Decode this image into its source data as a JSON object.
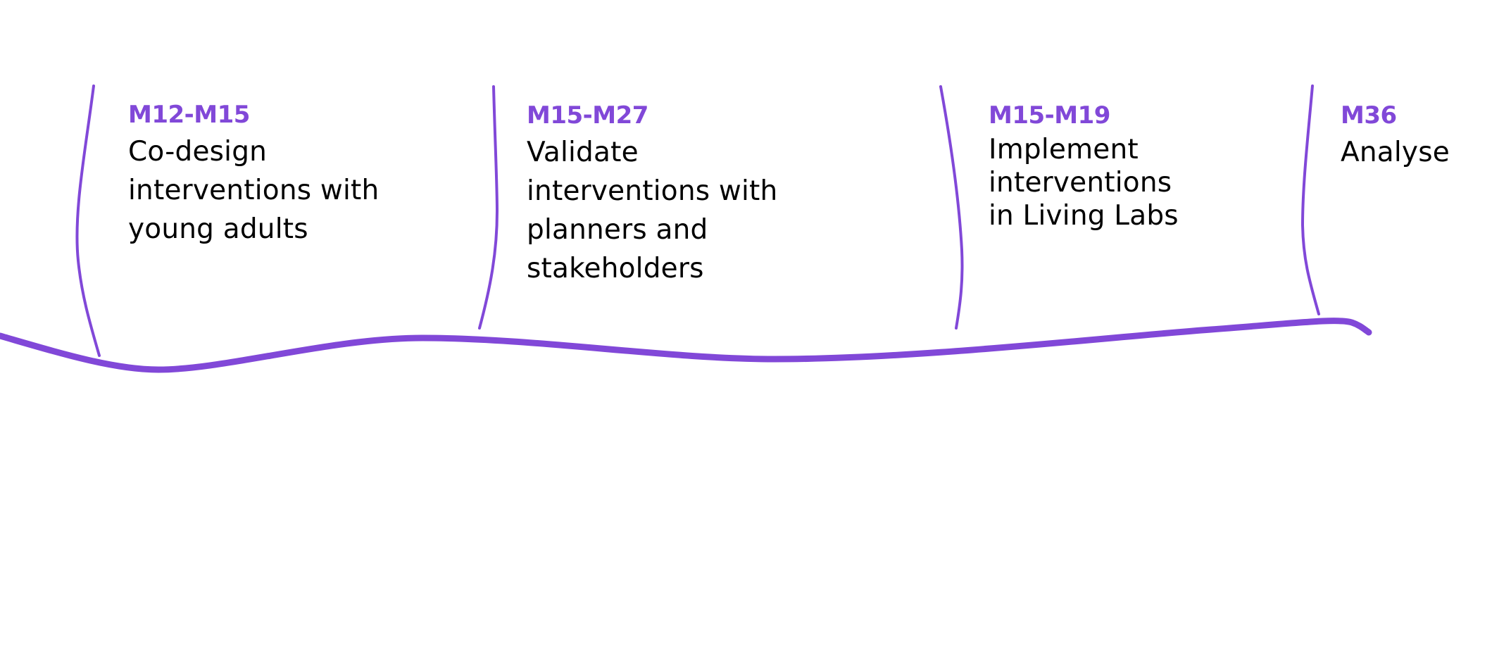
{
  "accent_color": "#8148D8",
  "text_color": "#000000",
  "milestones": [
    {
      "period": "M12-M15",
      "description": "Co-design\ninterventions with\nyoung adults"
    },
    {
      "period": "M15-M27",
      "description": "Validate\ninterventions with\nplanners and\nstakeholders"
    },
    {
      "period": "M15-M19",
      "description": "Implement\ninterventions\nin Living Labs"
    },
    {
      "period": "M36",
      "description": "Analyse"
    }
  ]
}
